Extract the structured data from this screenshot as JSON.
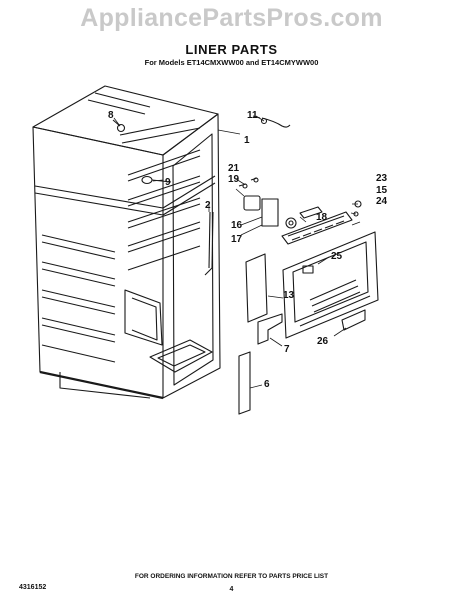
{
  "watermark": "AppliancePartsPros.com",
  "title": "LINER PARTS",
  "subtitle": "For Models ET14CMXWW00 and ET14CMYWW00",
  "callouts": {
    "c11": "11",
    "c1": "1",
    "c8": "8",
    "c9": "9",
    "c21": "21",
    "c19": "19",
    "c23": "23",
    "c15": "15",
    "c24": "24",
    "c2": "2",
    "c18": "18",
    "c16": "16",
    "c17": "17",
    "c25": "25",
    "c13": "13",
    "c26": "26",
    "c7": "7",
    "c6": "6"
  },
  "footer": {
    "ordering": "FOR ORDERING INFORMATION REFER TO PARTS PRICE LIST",
    "number": "4316152",
    "page": "4"
  },
  "colors": {
    "line": "#1a1a1a",
    "watermark": "#c9c9c9"
  }
}
